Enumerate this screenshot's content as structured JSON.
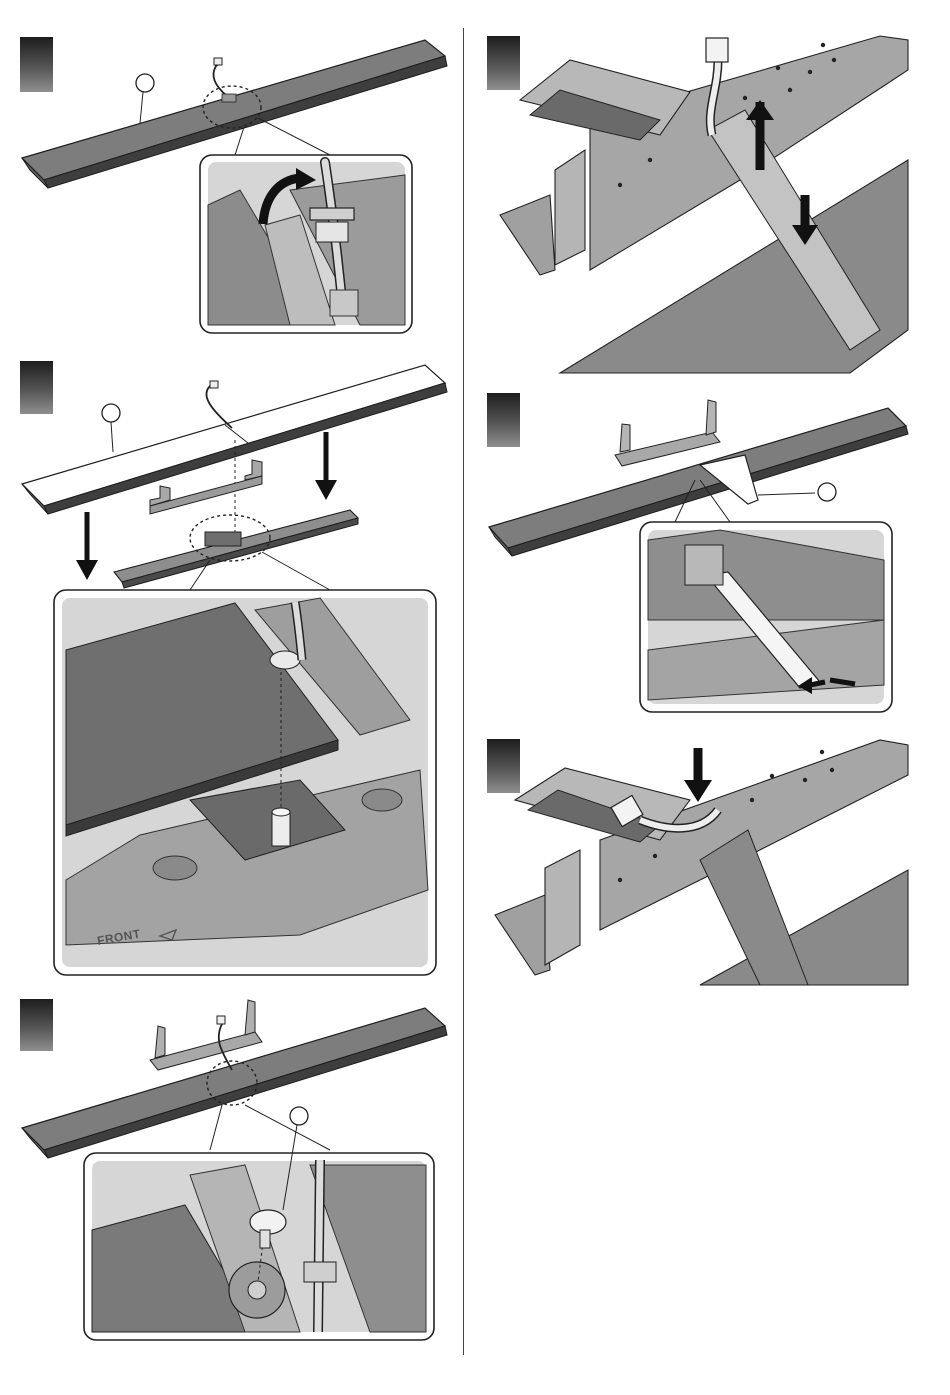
{
  "document": {
    "type": "assembly-instructions",
    "stamped_text": "FRONT"
  },
  "steps_left": [
    {
      "id": "step-1",
      "callout_circles": 1,
      "has_zoom_inset": true
    },
    {
      "id": "step-2",
      "callout_circles": 1,
      "has_zoom_inset": true
    },
    {
      "id": "step-3",
      "callout_circles": 1,
      "has_zoom_inset": true
    }
  ],
  "steps_right": [
    {
      "id": "step-4",
      "callout_circles": 0,
      "has_zoom_inset": false
    },
    {
      "id": "step-5",
      "callout_circles": 1,
      "has_zoom_inset": true
    },
    {
      "id": "step-6",
      "callout_circles": 0,
      "has_zoom_inset": false
    }
  ],
  "colors": {
    "panel_fill": "#c9c9c9",
    "inset_bg": "#d6d6d6",
    "bar_top": "#7d7d7d",
    "bar_side": "#3e3e3e",
    "bracket": "#aaaaaa",
    "outline": "#1e1e1e"
  }
}
